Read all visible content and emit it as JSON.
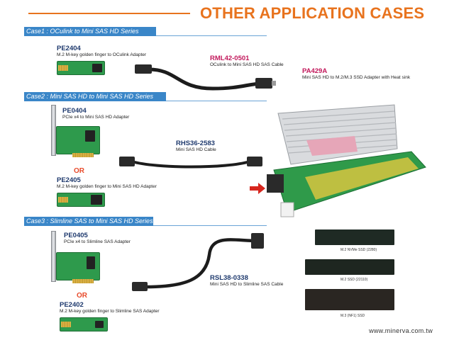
{
  "title": "OTHER APPLICATION CASES",
  "cases": [
    {
      "heading": "Case1 : OCulink to Mini SAS HD Series",
      "items": [
        {
          "code": "PE2404",
          "desc": "M.2 M-key golden finger to OCulink Adapter"
        },
        {
          "code": "RML42-0501",
          "desc": "OCulink to Mini SAS HD SAS Cable"
        }
      ]
    },
    {
      "heading": "Case2 : Mini SAS HD to Mini SAS HD Series",
      "items": [
        {
          "code": "PE0404",
          "desc": "PCIe x4 to Mini SAS HD Adapter"
        },
        {
          "code": "RHS36-2583",
          "desc": "Mini SAS HD Cable"
        },
        {
          "code": "PE2405",
          "desc": "M.2 M-key golden finger to Mini SAS HD Adapter"
        }
      ]
    },
    {
      "heading": "Case3 : Slimline SAS to Mini SAS HD Series",
      "items": [
        {
          "code": "PE0405",
          "desc": "PCIe x4 to Slimline SAS Adapter"
        },
        {
          "code": "RSL38-0338",
          "desc": "Mini SAS HD to Slimline SAS Cable"
        },
        {
          "code": "PE2402",
          "desc": "M.2 M-key golden finger to Slimline SAS Adapter"
        }
      ]
    }
  ],
  "adapter": {
    "code": "PA429A",
    "desc": "Mini SAS HD to M.2/M.3 SSD Adapter with Heat sink"
  },
  "or_label": "OR",
  "ssds": [
    {
      "caption": "M.2 NVMe SSD (2280)"
    },
    {
      "caption": "M.2 SSD (22110)"
    },
    {
      "caption": "M.3 (NF1) SSD"
    }
  ],
  "footer": {
    "url": "www.minerva.com.tw"
  },
  "colors": {
    "title": "#e8731e",
    "case_bar": "#3a86c8",
    "code": "#1f3a6e",
    "pink": "#c2185b",
    "or": "#e84a2a",
    "pcb": "#2e9a4c"
  }
}
